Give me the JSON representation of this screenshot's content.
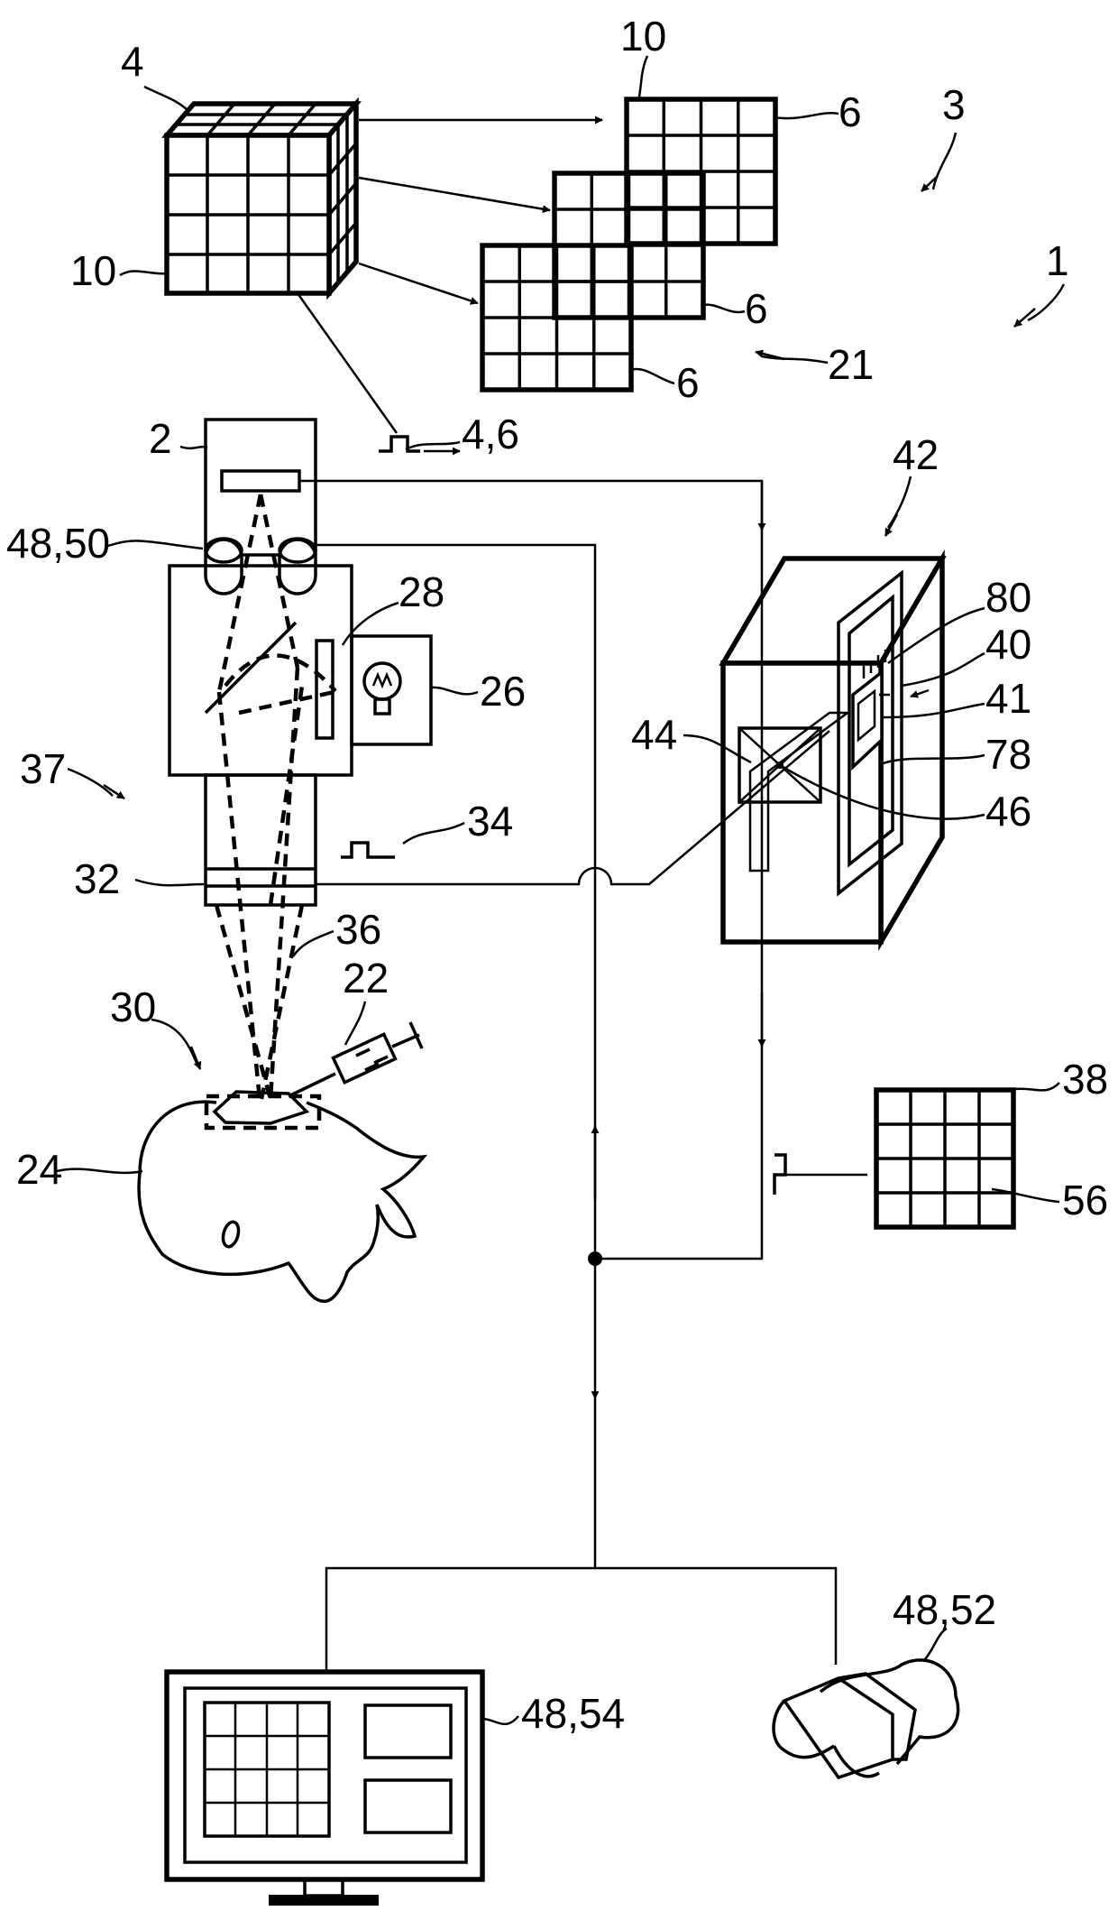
{
  "figure": {
    "labels": {
      "l4": "4",
      "l10a": "10",
      "l10b": "10",
      "l6a": "6",
      "l6b": "6",
      "l6c": "6",
      "l3": "3",
      "l1": "1",
      "l21": "21",
      "l2": "2",
      "l46": "4,6",
      "l4850": "48,50",
      "l28": "28",
      "l26": "26",
      "l37": "37",
      "l34": "34",
      "l32": "32",
      "l36": "36",
      "l22": "22",
      "l30": "30",
      "l24": "24",
      "l42": "42",
      "l80": "80",
      "l40": "40",
      "l41": "41",
      "l44": "44",
      "l78": "78",
      "l46b": "46",
      "l38": "38",
      "l56": "56",
      "l4852": "48,52",
      "l4854": "48,54"
    }
  }
}
